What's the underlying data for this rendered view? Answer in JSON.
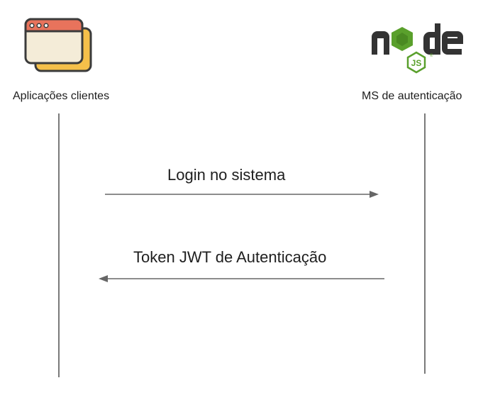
{
  "actors": {
    "client": {
      "label": "Aplicações clientes",
      "icon": "browser-windows-icon"
    },
    "auth_service": {
      "label": "MS de autenticação",
      "icon": "nodejs-logo-icon"
    }
  },
  "messages": [
    {
      "label": "Login no sistema",
      "from": "client",
      "to": "auth_service"
    },
    {
      "label": "Token JWT de Autenticação",
      "from": "auth_service",
      "to": "client"
    }
  ],
  "colors": {
    "window_front": "#f4ecd8",
    "window_titlebar": "#e8735c",
    "window_back": "#f5c04a",
    "window_stroke": "#3b3b3b",
    "node_green": "#5aa02c",
    "node_dark": "#333333",
    "lifeline": "#333333",
    "arrow": "#666666"
  }
}
